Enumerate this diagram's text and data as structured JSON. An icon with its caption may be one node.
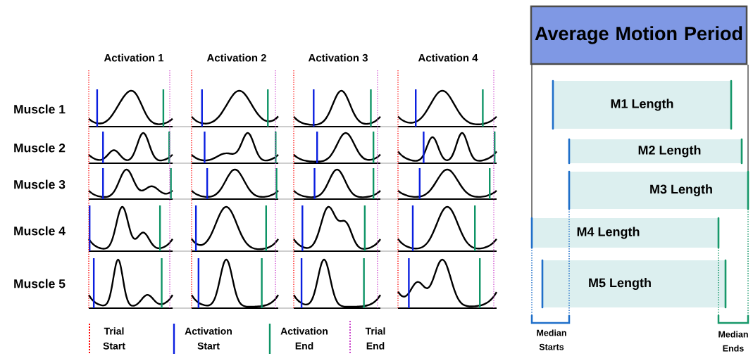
{
  "diagram": {
    "nodes": [
      {
        "text": [
          "Average Motion Period"
        ]
      },
      {
        "text": [
          "M1 Length"
        ]
      },
      {
        "text": [
          "M2 Length"
        ]
      },
      {
        "text": [
          "M3 Length"
        ]
      },
      {
        "text": [
          "M4 Length"
        ]
      },
      {
        "text": [
          "M5 Length"
        ]
      }
    ],
    "labels": [
      "Activation 1",
      "Activation 2",
      "Activation 3",
      "Activation 4",
      "Muscle 1",
      "Muscle 2",
      "Muscle 3",
      "Muscle 4",
      "Muscle 5",
      "Median Starts",
      "Median Ends"
    ],
    "legend": [
      {
        "text": "Trial Start"
      },
      {
        "text": "Activation Start"
      },
      {
        "text": "Activation End"
      },
      {
        "text": "Trial End"
      }
    ]
  }
}
